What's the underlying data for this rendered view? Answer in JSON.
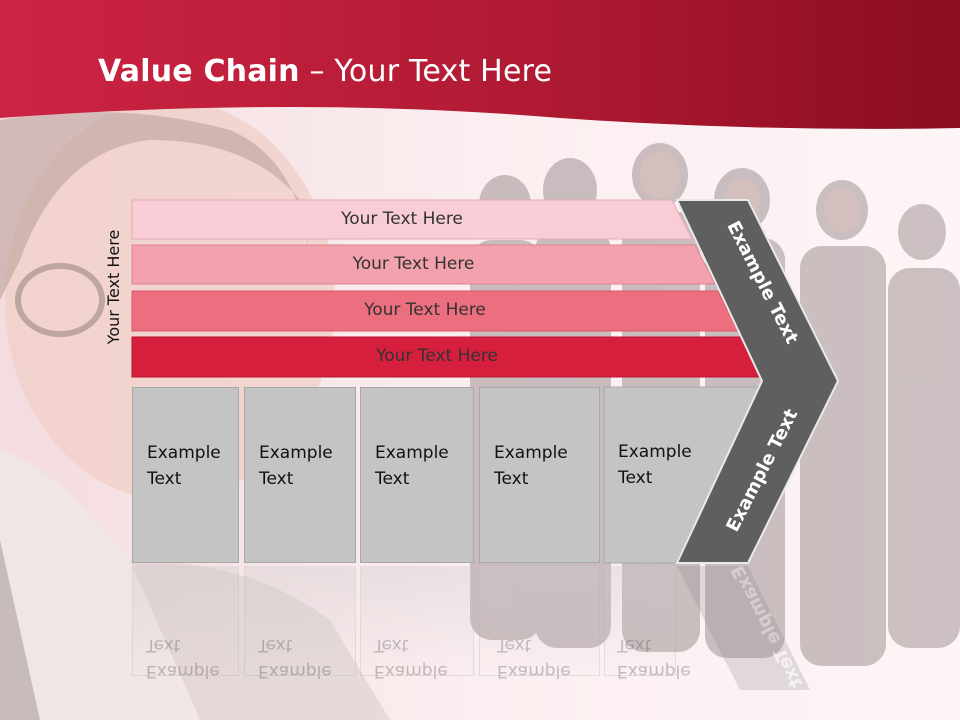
{
  "slide": {
    "title_bold": "Value Chain",
    "title_rest": " – Your Text Here",
    "side_label": "Your Text Here",
    "rows": [
      {
        "label": "Your Text Here",
        "color": "#f8cdd5"
      },
      {
        "label": "Your Text Here",
        "color": "#f2a1ad"
      },
      {
        "label": "Your Text Here",
        "color": "#ec6f80"
      },
      {
        "label": "Your Text Here",
        "color": "#d51f3c"
      }
    ],
    "boxes": [
      {
        "line1": "Example",
        "line2": "Text"
      },
      {
        "line1": "Example",
        "line2": "Text"
      },
      {
        "line1": "Example",
        "line2": "Text"
      },
      {
        "line1": "Example",
        "line2": "Text"
      },
      {
        "line1": "Example",
        "line2": "Text"
      }
    ],
    "chevron_upper_text": "Example Text",
    "chevron_lower_text": "Example Text",
    "colors": {
      "header_red": "#c8203d",
      "header_dark": "#8e0f24",
      "chevron_gray": "#5f5f5f",
      "box_gray": "#c4c4c4"
    }
  }
}
